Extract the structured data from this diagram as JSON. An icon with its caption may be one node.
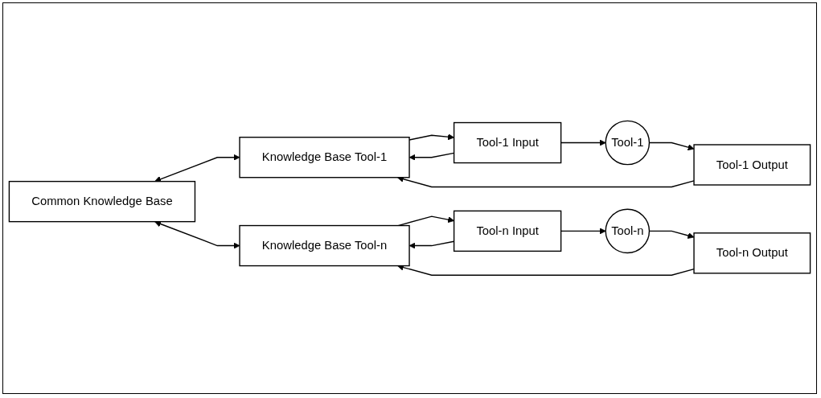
{
  "diagram": {
    "nodes": [
      {
        "text": [
          "Common Knowledge Base"
        ]
      },
      {
        "text": [
          "Knowledge Base Tool-1"
        ]
      },
      {
        "text": [
          "Tool-1 Input"
        ]
      },
      {
        "text": [
          "Tool-1 Output"
        ]
      },
      {
        "text": [
          "Tool-1"
        ]
      },
      {
        "text": [
          "Knowledge Base Tool-n"
        ]
      },
      {
        "text": [
          "Tool-n Input"
        ]
      },
      {
        "text": [
          "Tool-n Output"
        ]
      },
      {
        "text": [
          "Tool-n"
        ]
      }
    ],
    "edges": [
      {
        "from": 0,
        "to": 1,
        "arrow": "both"
      },
      {
        "from": 0,
        "to": 5,
        "arrow": "both"
      },
      {
        "from": 2,
        "to": 1,
        "arrow": "to"
      },
      {
        "from": 1,
        "to": 2,
        "arrow": "to"
      },
      {
        "from": 2,
        "to": 4,
        "arrow": "to"
      },
      {
        "from": 4,
        "to": 3,
        "arrow": "to"
      },
      {
        "from": 3,
        "to": 1,
        "arrow": "to"
      },
      {
        "from": 6,
        "to": 5,
        "arrow": "to"
      },
      {
        "from": 5,
        "to": 6,
        "arrow": "to"
      },
      {
        "from": 6,
        "to": 8,
        "arrow": "to"
      },
      {
        "from": 8,
        "to": 7,
        "arrow": "to"
      },
      {
        "from": 7,
        "to": 5,
        "arrow": "to"
      }
    ]
  }
}
